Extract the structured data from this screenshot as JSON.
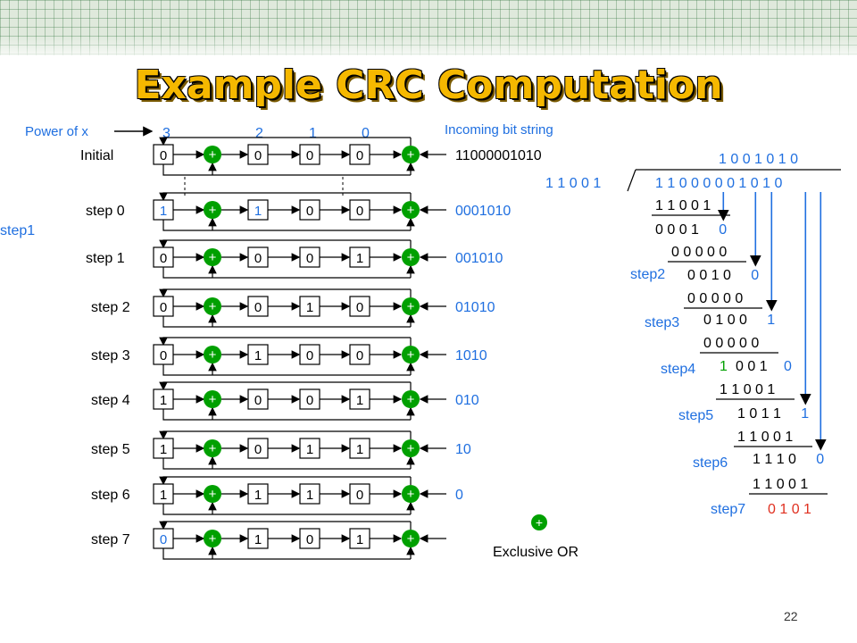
{
  "title": "Example CRC Computation",
  "page_number": "22",
  "colors": {
    "title": "#f5b800",
    "accent_blue": "#1f6fe0",
    "xor_green": "#00a000",
    "remainder_red": "#e03020"
  },
  "labels": {
    "power_of_x": "Power of x",
    "incoming_bit_string": "Incoming bit string",
    "exclusive_or": "Exclusive OR",
    "xor_symbol": "+"
  },
  "power_labels": [
    "3",
    "2",
    "1",
    "0"
  ],
  "register_rows": [
    {
      "label": "Initial",
      "bits": [
        "0",
        "0",
        "0",
        "0"
      ],
      "incoming_first": "",
      "incoming_rest": "11000001010"
    },
    {
      "label": "step 0",
      "bits": [
        "1",
        "1",
        "0",
        "0"
      ],
      "incoming_first": "0",
      "incoming_rest": "001010"
    },
    {
      "label": "step 1",
      "bits": [
        "0",
        "0",
        "0",
        "1"
      ],
      "incoming_first": "0",
      "incoming_rest": "01010"
    },
    {
      "label": "step 2",
      "bits": [
        "0",
        "0",
        "1",
        "0"
      ],
      "incoming_first": "0",
      "incoming_rest": "1010"
    },
    {
      "label": "step 3",
      "bits": [
        "0",
        "1",
        "0",
        "0"
      ],
      "incoming_first": "1",
      "incoming_rest": "010"
    },
    {
      "label": "step 4",
      "bits": [
        "1",
        "0",
        "0",
        "1"
      ],
      "incoming_first": "0",
      "incoming_rest": "10"
    },
    {
      "label": "step 5",
      "bits": [
        "1",
        "0",
        "1",
        "1"
      ],
      "incoming_first": "1",
      "incoming_rest": "0"
    },
    {
      "label": "step 6",
      "bits": [
        "1",
        "1",
        "1",
        "0"
      ],
      "incoming_first": "0",
      "incoming_rest": ""
    },
    {
      "label": "step 7",
      "bits": [
        "0",
        "1",
        "0",
        "1"
      ],
      "incoming_first": "",
      "incoming_rest": ""
    }
  ],
  "division": {
    "quotient": "1 0 0 1 0 1 0",
    "divisor": "1 1 0 0 1",
    "dividend": "1 1 0 0 0 0 0 1 0 1 0",
    "lines": [
      {
        "text": "1 1 0 0 1"
      },
      {
        "text": "0 0 0 1",
        "extra": "0",
        "step": "step1"
      },
      {
        "text": "0 0 0 0 0"
      },
      {
        "text": "0 0 1 0",
        "extra": "0",
        "step": "step2"
      },
      {
        "text": "0 0 0 0 0"
      },
      {
        "text": "0 1 0 0",
        "extra": "1",
        "step": "step3"
      },
      {
        "text": "0 0 0 0 0"
      },
      {
        "text": "0 0 1",
        "extra": "0",
        "lead": "1",
        "step": "step4"
      },
      {
        "text": "1 1 0 0 1"
      },
      {
        "text": "1 0 1 1",
        "extra": "1",
        "step": "step5"
      },
      {
        "text": "1 1 0 0 1"
      },
      {
        "text": "1 1 1 0",
        "extra": "0",
        "step": "step6"
      },
      {
        "text": "1 1 0 0 1"
      },
      {
        "text": "0 1 0 1",
        "step": "step7"
      }
    ]
  }
}
